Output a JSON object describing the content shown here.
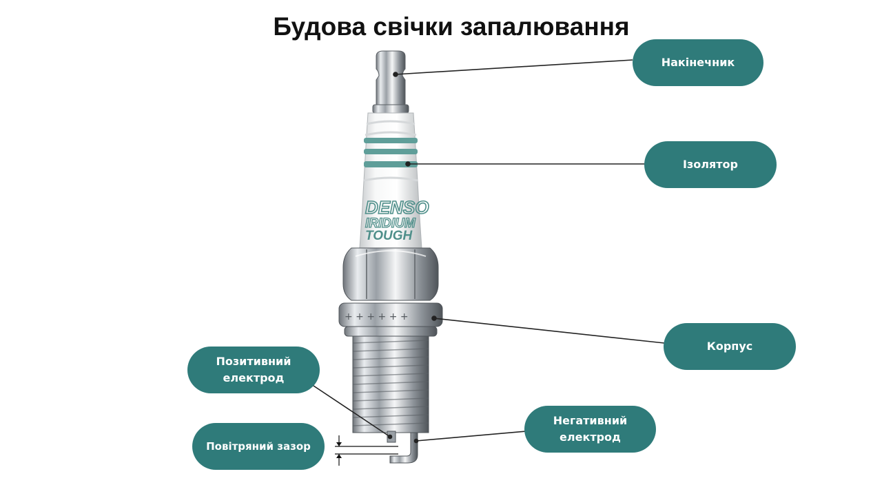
{
  "title": "Будова свічки запалювання",
  "plug_branding": {
    "brand": "DENSO",
    "line1": "IRIDIUM",
    "line2": "TOUGH"
  },
  "labels": {
    "tip": "Накінечник",
    "insulator": "Ізолятор",
    "housing": "Корпус",
    "positive_electrode": "Позитивний електрод",
    "negative_electrode": "Негативний електрод",
    "air_gap": "Повітряний зазор"
  },
  "colors": {
    "label_bg": "#2f7b7a",
    "label_text": "#ffffff",
    "accent_bands": "#5f9e99",
    "title": "#111111"
  }
}
